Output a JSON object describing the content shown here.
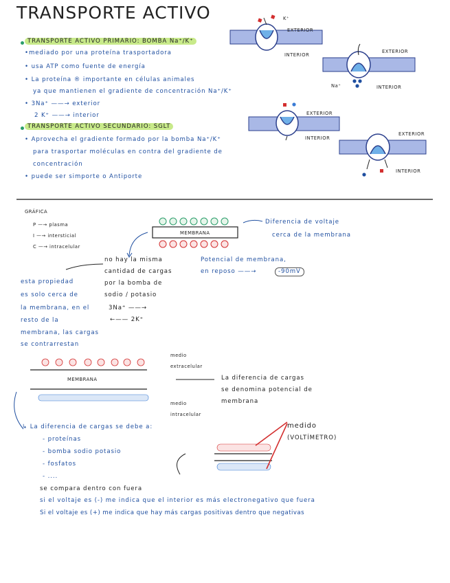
{
  "title": "TRANSPORTE ACTIVO",
  "section1": {
    "heading": "TRANSPORTE ACTIVO PRIMARIO: BOMBA Na⁺/K⁺",
    "lines": [
      "•mediado por una proteína trasportadora",
      "• usa ATP como fuente de energía",
      "• La proteína ® importante en células animales",
      "ya que mantienen el gradiente de concentración Na⁺/K⁺",
      "• 3Na⁺ ——→ exterior",
      "2 K⁺ ——→ interior"
    ]
  },
  "section2": {
    "heading": "TRANSPORTE ACTIVO SECUNDARIO: SGLT",
    "lines": [
      "• Aprovecha el gradiente formado por la bomba Na⁺/K⁺",
      "para trasportar moléculas en contra del gradiente de",
      "concentración",
      "• puede ser simporte o Antiporte"
    ]
  },
  "diagram_labels": {
    "k": "K⁺",
    "exterior": "EXTERIOR",
    "interior": "INTERIOR",
    "na": "Na⁺"
  },
  "grafica": {
    "heading": "GRÁFICA",
    "legend": [
      "P —→ plasma",
      "I —→ intersticial",
      "C —→ intracelular"
    ],
    "membrane_label": "MEMBRANA",
    "voltage_note": [
      "Diferencia de voltaje",
      "cerca de la membrana"
    ],
    "not_same": [
      "no hay la misma",
      "cantidad de cargas",
      "por la bomba de",
      "sodio / potasio"
    ],
    "ion_3na": "3Na⁺ ——→",
    "ion_2k": "←—— 2K⁺",
    "potential": [
      "Potencial de membrana,",
      "en reposo ——→"
    ],
    "potential_value": "-90mV",
    "property_note": [
      "esta propiedad",
      "es solo cerca de",
      "la membrana, en el",
      "resto de la",
      "membrana, las cargas",
      "se contrarrestan"
    ]
  },
  "section3": {
    "membrane_label": "MEMBRANA",
    "medio_ext": [
      "medio",
      "extracelular"
    ],
    "medio_int": [
      "medio",
      "intracelular"
    ],
    "diff_note": [
      "La diferencia de cargas",
      "se denomina potencial de",
      "membrana"
    ],
    "cause_heading": "↳ La diferencia de cargas se debe a:",
    "causes": [
      "- proteínas",
      "- bomba sodio potasio",
      "- fosfatos",
      "- ...."
    ],
    "measured": [
      "medido",
      "(VOLTÍMETRO)"
    ],
    "compare": "se compara dentro con fuera",
    "neg_line": "si el voltaje es (-) me indica que el interior es más electronegativo que fuera",
    "pos_line": "Si el voltaje es (+) me indica que hay más cargas positivas dentro que negativas"
  },
  "colors": {
    "ink": "#1f4fa0",
    "highlight": "#c8ea8a",
    "membrane": "#a9b8e6",
    "red": "#d32f2f",
    "green": "#2a9d6a"
  }
}
